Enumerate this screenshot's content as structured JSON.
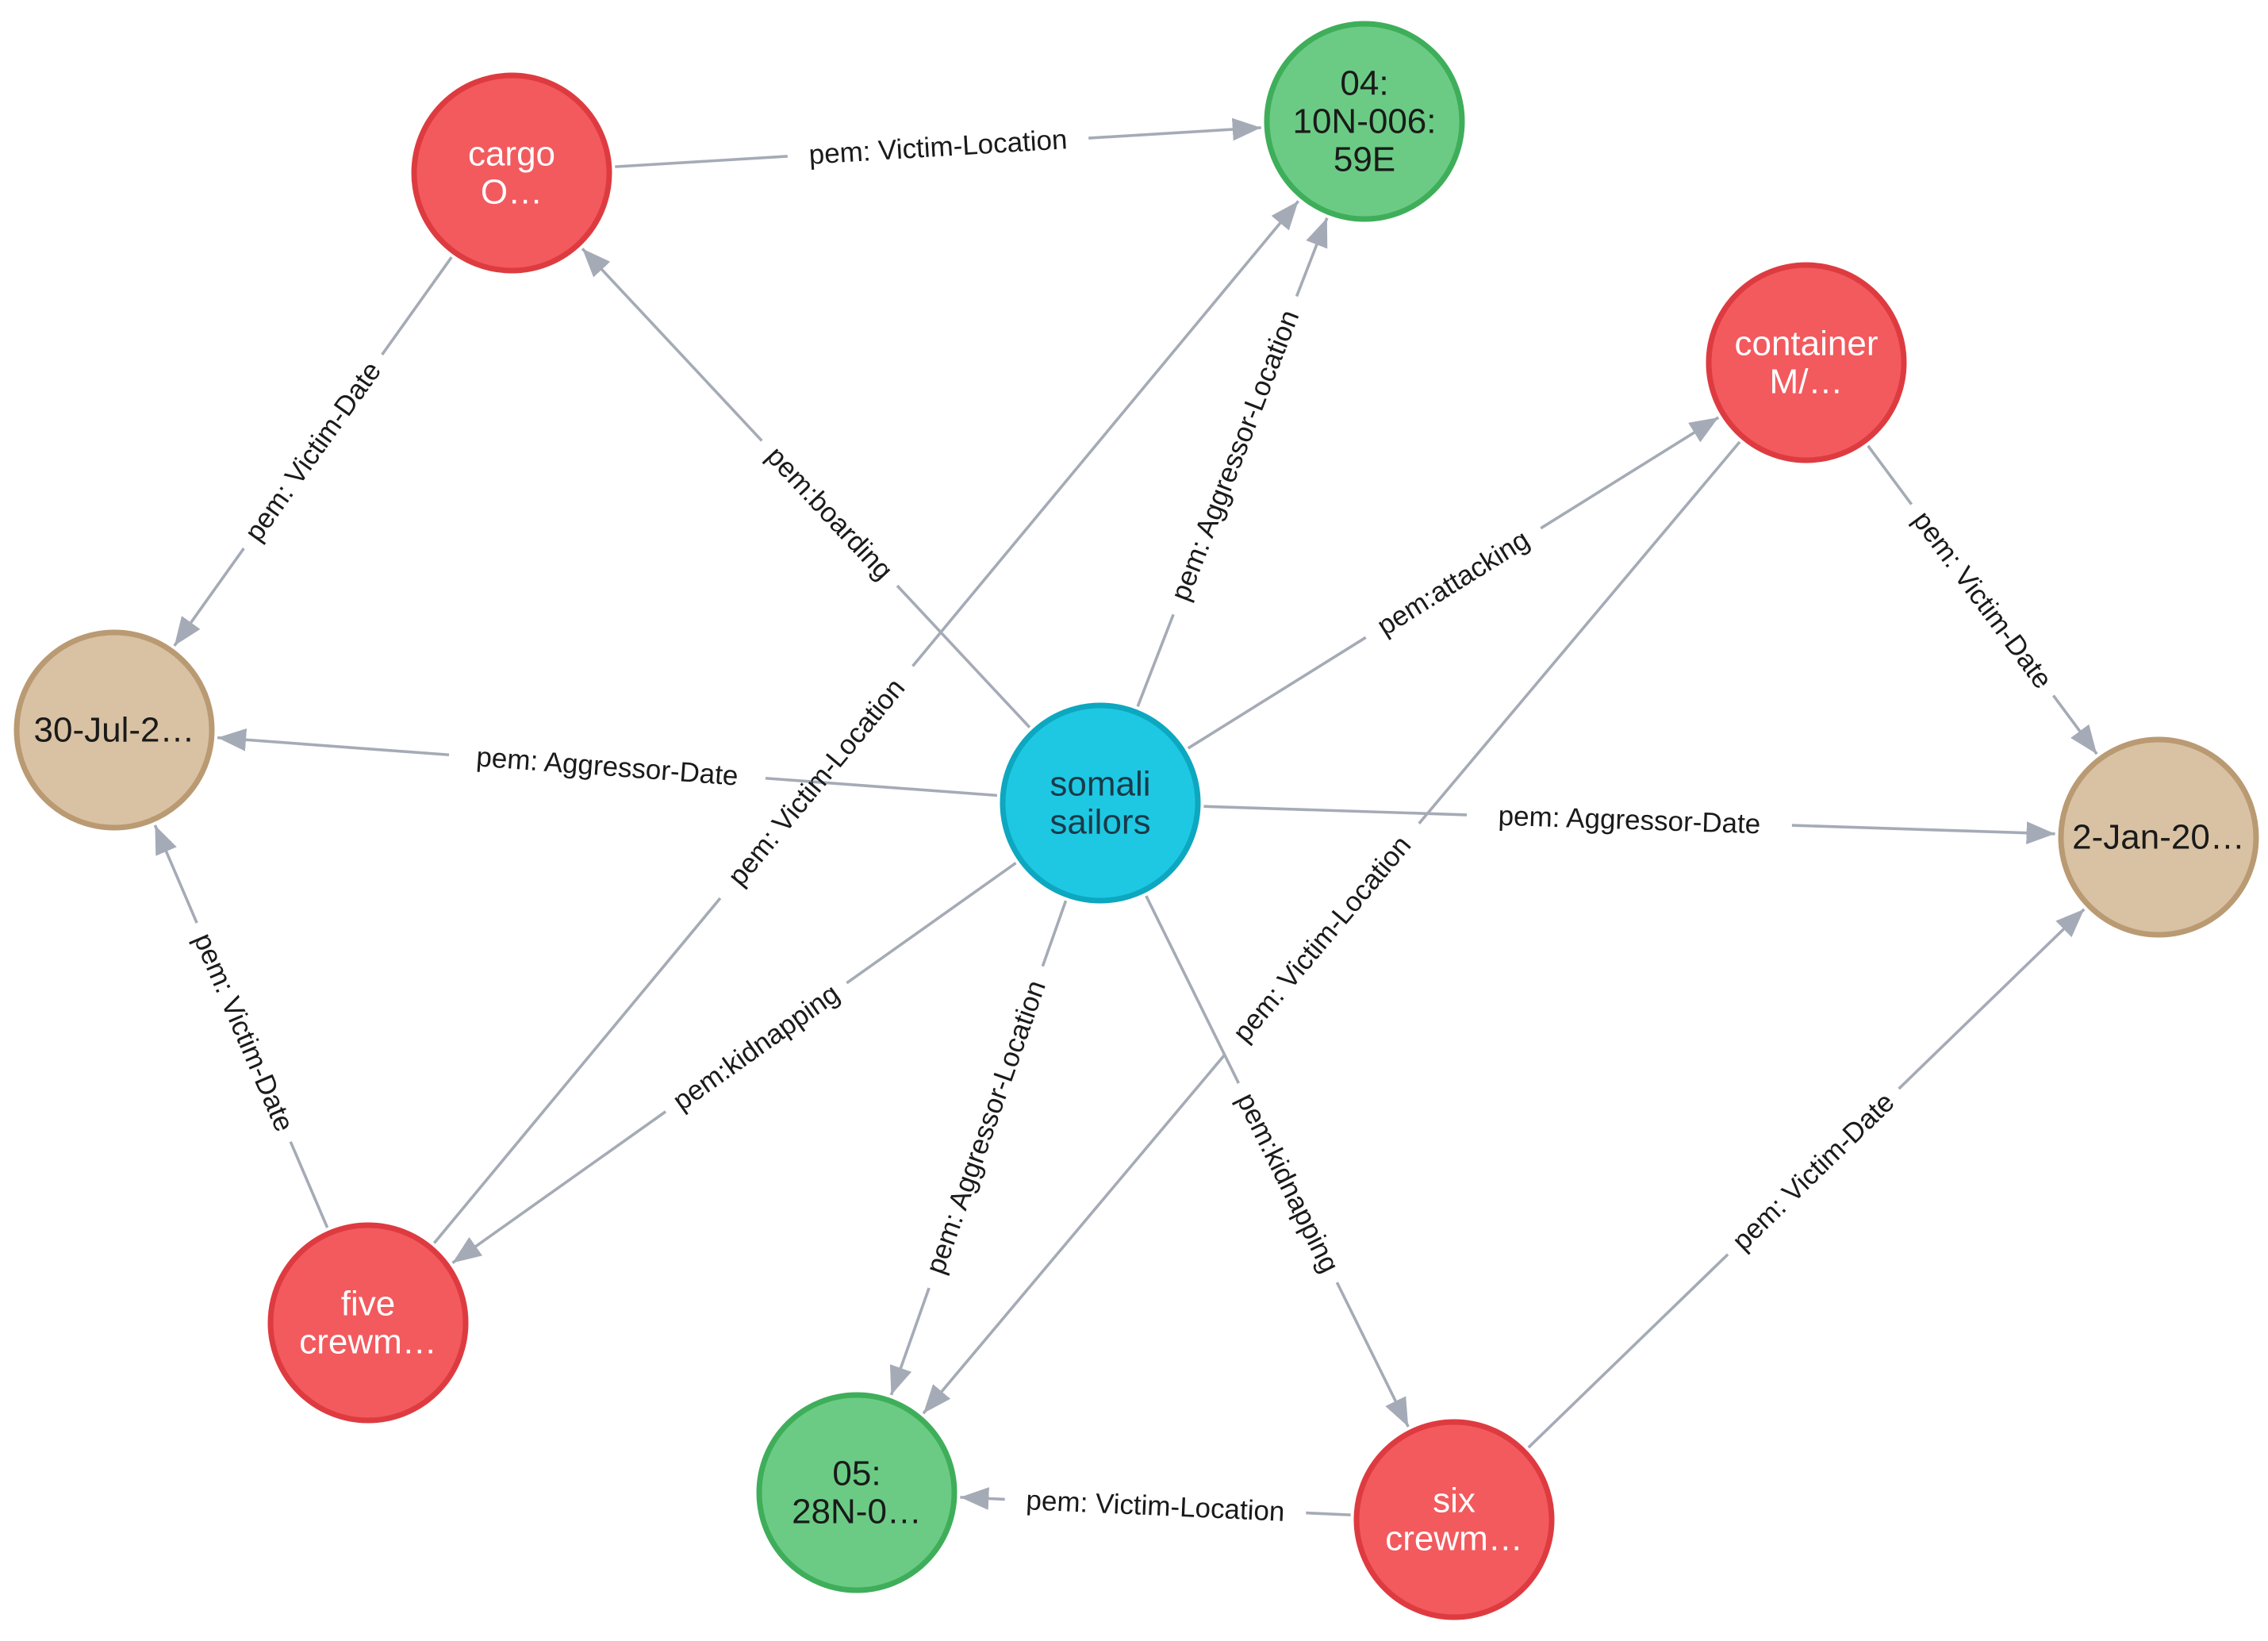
{
  "graph": {
    "colors": {
      "red": "#f25a5e",
      "red_border": "#de3b40",
      "green": "#6bcb84",
      "green_border": "#3fae5a",
      "tan": "#d9c2a3",
      "tan_border": "#b99a72",
      "blue": "#1ec8e2",
      "blue_border": "#0da7c0",
      "edge": "#a5abb6"
    },
    "nodes": [
      {
        "id": "somali",
        "label": [
          "somali",
          "sailors"
        ],
        "color": "blue",
        "text_color": "#1a3a4a"
      },
      {
        "id": "cargo",
        "label": [
          "cargo",
          "O…"
        ],
        "color": "red",
        "text_color": "#ffffff"
      },
      {
        "id": "loc04",
        "label": [
          "04:",
          "10N-006:",
          "59E"
        ],
        "color": "green",
        "text_color": "#1a1a1a"
      },
      {
        "id": "container",
        "label": [
          "container",
          "M/…"
        ],
        "color": "red",
        "text_color": "#ffffff"
      },
      {
        "id": "date30",
        "label": [
          "30-Jul-2…"
        ],
        "color": "tan",
        "text_color": "#1a1a1a"
      },
      {
        "id": "date2",
        "label": [
          "2-Jan-20…"
        ],
        "color": "tan",
        "text_color": "#1a1a1a"
      },
      {
        "id": "five",
        "label": [
          "five",
          "crewm…"
        ],
        "color": "red",
        "text_color": "#ffffff"
      },
      {
        "id": "loc05",
        "label": [
          "05:",
          "28N-0…"
        ],
        "color": "green",
        "text_color": "#1a1a1a"
      },
      {
        "id": "six",
        "label": [
          "six",
          "crewm…"
        ],
        "color": "red",
        "text_color": "#ffffff"
      }
    ],
    "edges": [
      {
        "from": "cargo",
        "to": "loc04",
        "label": "pem: Victim-Location"
      },
      {
        "from": "somali",
        "to": "cargo",
        "label": "pem:boarding"
      },
      {
        "from": "somali",
        "to": "loc04",
        "label": "pem: Aggressor-Location"
      },
      {
        "from": "somali",
        "to": "container",
        "label": "pem:attacking"
      },
      {
        "from": "cargo",
        "to": "date30",
        "label": "pem: Victim-Date"
      },
      {
        "from": "somali",
        "to": "date30",
        "label": "pem: Aggressor-Date"
      },
      {
        "from": "five",
        "to": "loc04",
        "label": "pem: Victim-Location"
      },
      {
        "from": "somali",
        "to": "date2",
        "label": "pem: Aggressor-Date"
      },
      {
        "from": "container",
        "to": "date2",
        "label": "pem: Victim-Date"
      },
      {
        "from": "container",
        "to": "loc05",
        "label": "pem: Victim-Location"
      },
      {
        "from": "five",
        "to": "date30",
        "label": "pem: Victim-Date"
      },
      {
        "from": "somali",
        "to": "five",
        "label": "pem:kidnapping"
      },
      {
        "from": "somali",
        "to": "loc05",
        "label": "pem: Aggressor-Location"
      },
      {
        "from": "somali",
        "to": "six",
        "label": "pem:kidnapping"
      },
      {
        "from": "six",
        "to": "date2",
        "label": "pem: Victim-Date"
      },
      {
        "from": "six",
        "to": "loc05",
        "label": "pem: Victim-Location"
      }
    ]
  }
}
